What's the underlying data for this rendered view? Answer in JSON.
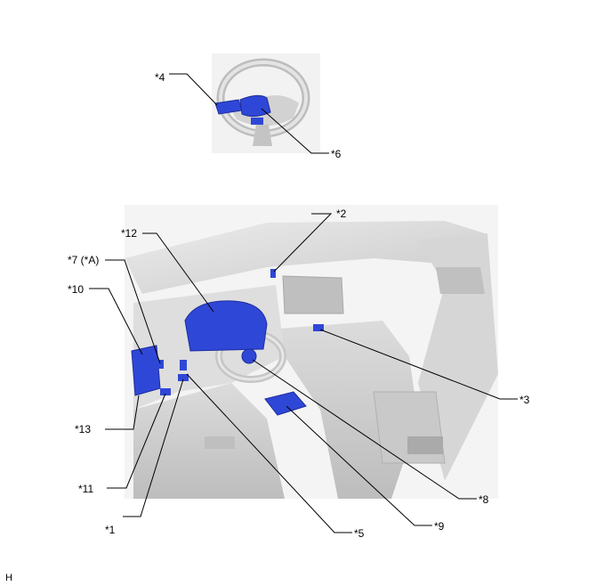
{
  "callouts": {
    "c1": "*1",
    "c2": "*2",
    "c3": "*3",
    "c4": "*4",
    "c5": "*5",
    "c6": "*6",
    "c7": "*7 (*A)",
    "c8": "*8",
    "c9": "*9",
    "c10": "*10",
    "c11": "*11",
    "c12": "*12",
    "c13": "*13"
  },
  "figure_code": "H",
  "colors": {
    "component": "#2f47d6",
    "component_dark": "#1c2d9e",
    "interior_light": "#e6e6e6",
    "interior_mid": "#cfcfcf",
    "interior_dark": "#b4b4b4",
    "leader": "#000000"
  }
}
